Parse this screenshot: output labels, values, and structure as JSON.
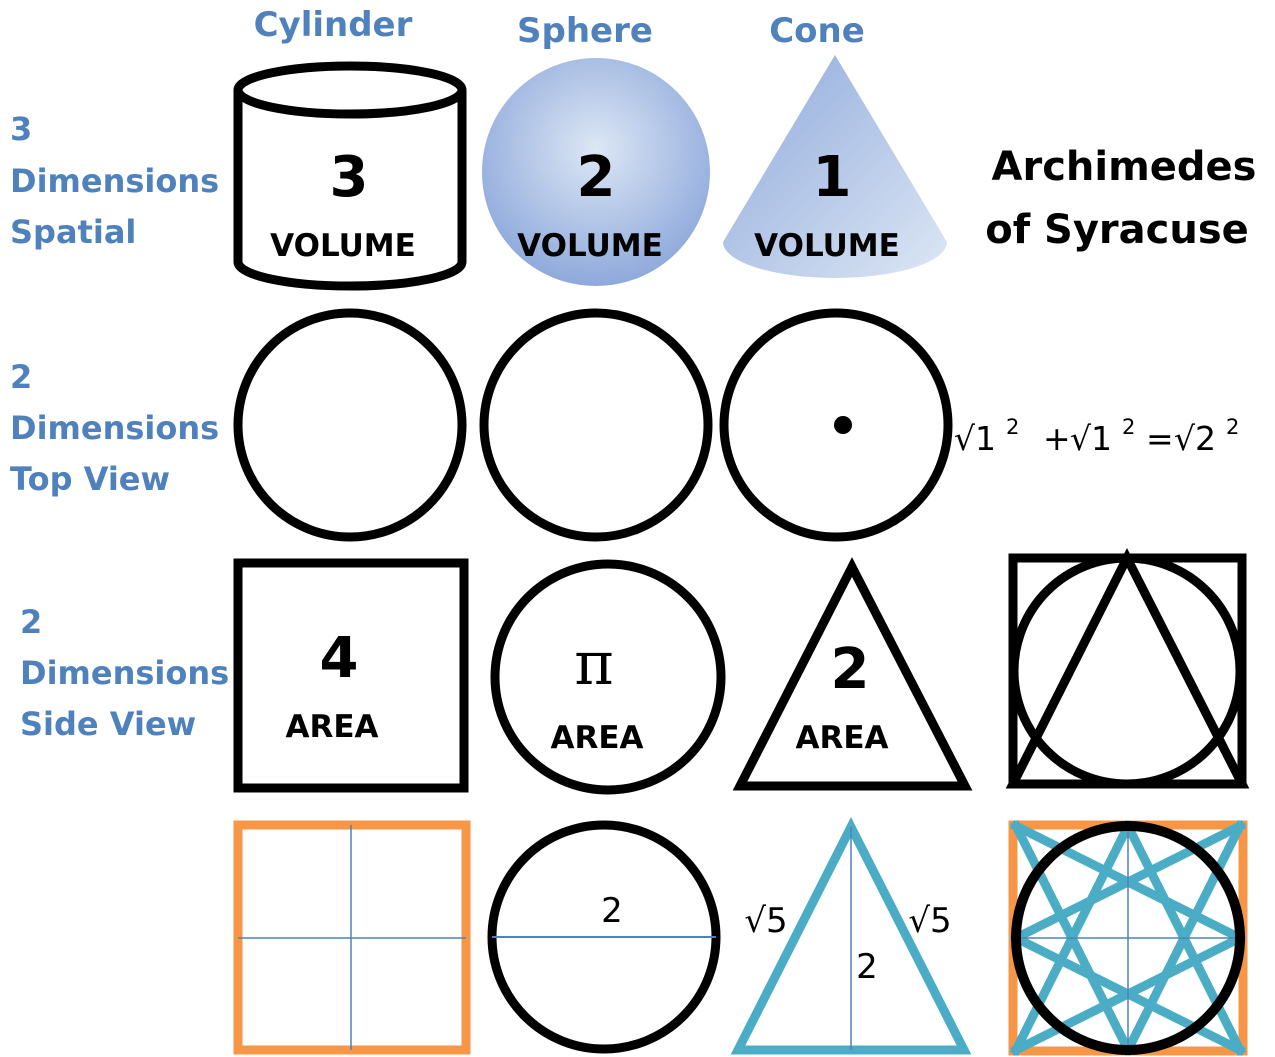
{
  "columns": {
    "cylinder": "Cylinder",
    "sphere": "Sphere",
    "cone": "Cone"
  },
  "rows": {
    "spatial": [
      "3",
      "Dimensions",
      "Spatial"
    ],
    "top_view": [
      "2",
      "Dimensions",
      "Top View"
    ],
    "side_view": [
      "2",
      "Dimensions",
      "Side View"
    ]
  },
  "volumes": {
    "cylinder": {
      "value": "3",
      "label": "VOLUME"
    },
    "sphere": {
      "value": "2",
      "label": "VOLUME"
    },
    "cone": {
      "value": "1",
      "label": "VOLUME"
    }
  },
  "areas": {
    "square": {
      "value": "4",
      "label": "AREA"
    },
    "circle": {
      "value": "π",
      "label": "AREA"
    },
    "triangle": {
      "value": "2",
      "label": "AREA"
    }
  },
  "title": [
    "Archimedes",
    "of Syracuse"
  ],
  "equation": {
    "term1": "√1",
    "exp1": "2",
    "plus": "+",
    "term2": "√1",
    "exp2": "2",
    "equals": "=",
    "term3": "√2",
    "exp3": "2"
  },
  "measures": {
    "circle_diameter": "2",
    "triangle_left_side": "√5",
    "triangle_right_side": "√5",
    "triangle_height": "2"
  },
  "colors": {
    "label_blue": "#4f81bd",
    "sphere_fill": "#9fb7e2",
    "cone_fill": "#a9c0e6",
    "orange": "#f79646",
    "teal": "#4bacc6",
    "thin_line": "#4f81bd",
    "stroke": "#000000"
  }
}
